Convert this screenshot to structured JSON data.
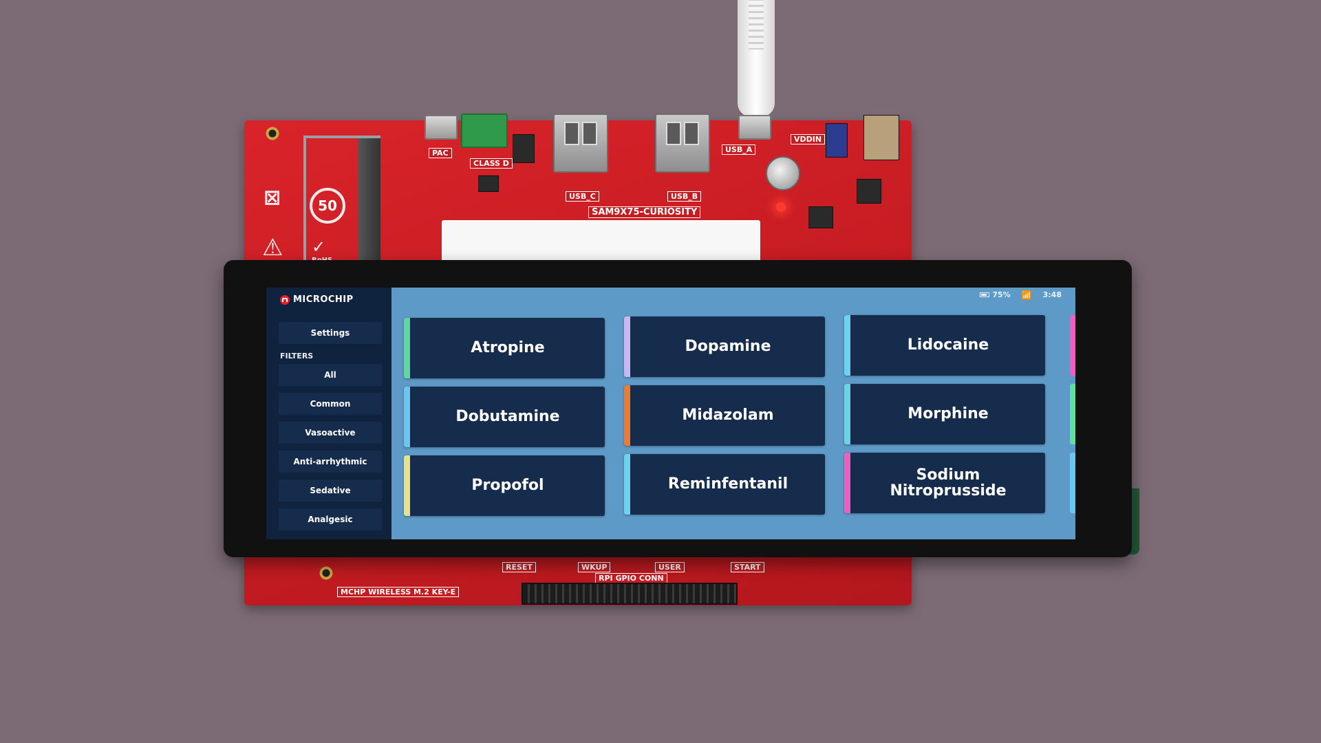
{
  "board": {
    "name": "SAM9X75-CURIOSITY",
    "labels": [
      "PAC",
      "CLASS D",
      "USB_C",
      "USB_B",
      "USB_A",
      "VDDIN",
      "MCHP WIRELESS M.2 KEY-E",
      "RESET",
      "WKUP",
      "USER",
      "START",
      "RPI GPIO CONN"
    ],
    "marks": {
      "lifetime": "50",
      "rohs": "RoHS"
    }
  },
  "app": {
    "brand": "MICROCHIP",
    "status": {
      "battery": "75%",
      "time": "3:48",
      "battery_icon": "battery-icon",
      "signal_icon": "wifi-icon"
    },
    "sidebar": {
      "settings_label": "Settings",
      "filters_heading": "FILTERS",
      "filters": [
        "All",
        "Common",
        "Vasoactive",
        "Anti-arrhythmic",
        "Sedative",
        "Analgesic"
      ]
    },
    "drugs": [
      {
        "name": "Atropine",
        "accent": "#5fd7a0"
      },
      {
        "name": "Dopamine",
        "accent": "#c9b8f0"
      },
      {
        "name": "Lidocaine",
        "accent": "#6bd3f0"
      },
      {
        "name": "Dobutamine",
        "accent": "#6bc6f0"
      },
      {
        "name": "Midazolam",
        "accent": "#f07a2e"
      },
      {
        "name": "Morphine",
        "accent": "#6bd3e8"
      },
      {
        "name": "Propofol",
        "accent": "#e8e08a"
      },
      {
        "name": "Reminfentanil",
        "accent": "#6bd3f0"
      },
      {
        "name": "Sodium\nNitroprusside",
        "accent": "#f05fc0"
      }
    ],
    "edge_accents": [
      "#f05fc0",
      "#5fe0a0",
      "#6bc6f0"
    ],
    "colors": {
      "screen_bg": "#5e9ac7",
      "sidebar_bg": "#10233e",
      "tile_bg": "#162c4c"
    }
  }
}
